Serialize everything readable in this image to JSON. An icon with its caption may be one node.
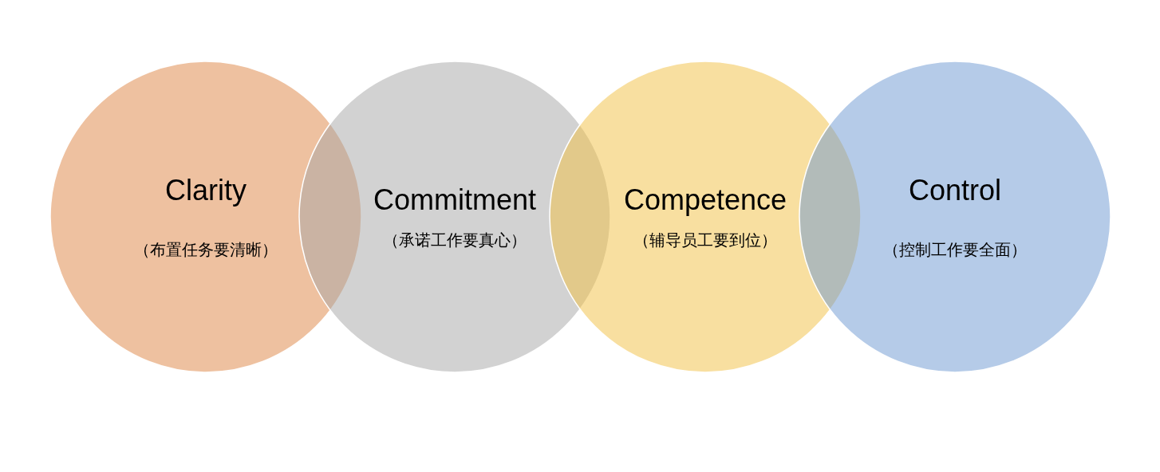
{
  "diagram": {
    "nodes": [
      {
        "text": [
          "Clarity",
          "（布置任务要清晰）"
        ]
      },
      {
        "text": [
          "Commitment",
          "（承诺工作要真心）"
        ]
      },
      {
        "text": [
          "Competence",
          "（辅导员工要到位）"
        ]
      },
      {
        "text": [
          "Control",
          "（控制工作要全面）"
        ]
      }
    ]
  }
}
